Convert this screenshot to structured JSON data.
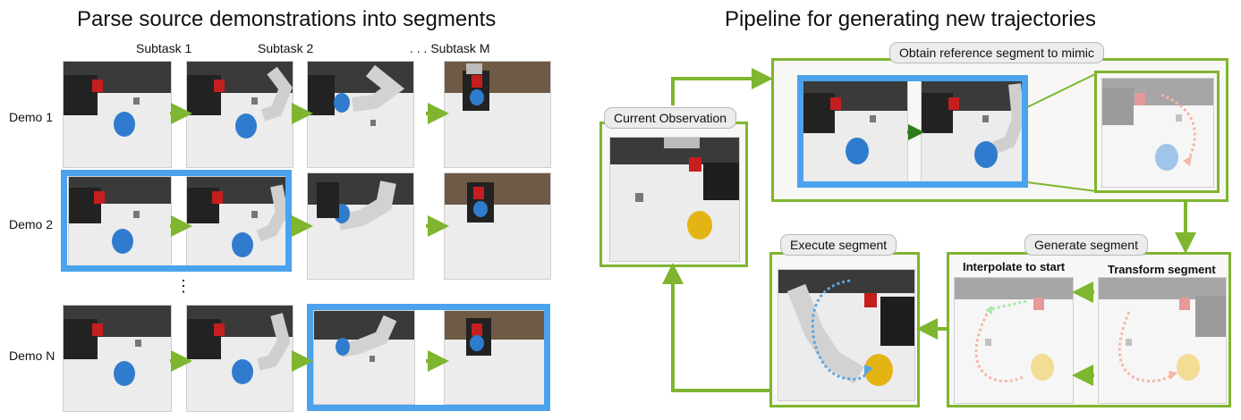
{
  "left": {
    "title": "Parse source demonstrations into segments",
    "subtasks": [
      "Subtask 1",
      "Subtask 2",
      ". . . Subtask M"
    ],
    "demos": [
      "Demo 1",
      "Demo 2",
      "Demo N"
    ],
    "vdots": "⋮"
  },
  "right": {
    "title": "Pipeline for generating new trajectories",
    "current_observation": "Current Observation",
    "obtain_reference": "Obtain reference segment to mimic",
    "generate_segment": "Generate segment",
    "execute_segment": "Execute segment",
    "interpolate": "Interpolate to start",
    "transform": "Transform segment"
  },
  "colors": {
    "green": "#7fb52f",
    "blue_frame": "#4aa3ec",
    "dark_green_arrow": "#2e7d1a",
    "orange_path": "#e8603c",
    "blue_path": "#5aa6e0",
    "green_path": "#3fcf4f"
  }
}
